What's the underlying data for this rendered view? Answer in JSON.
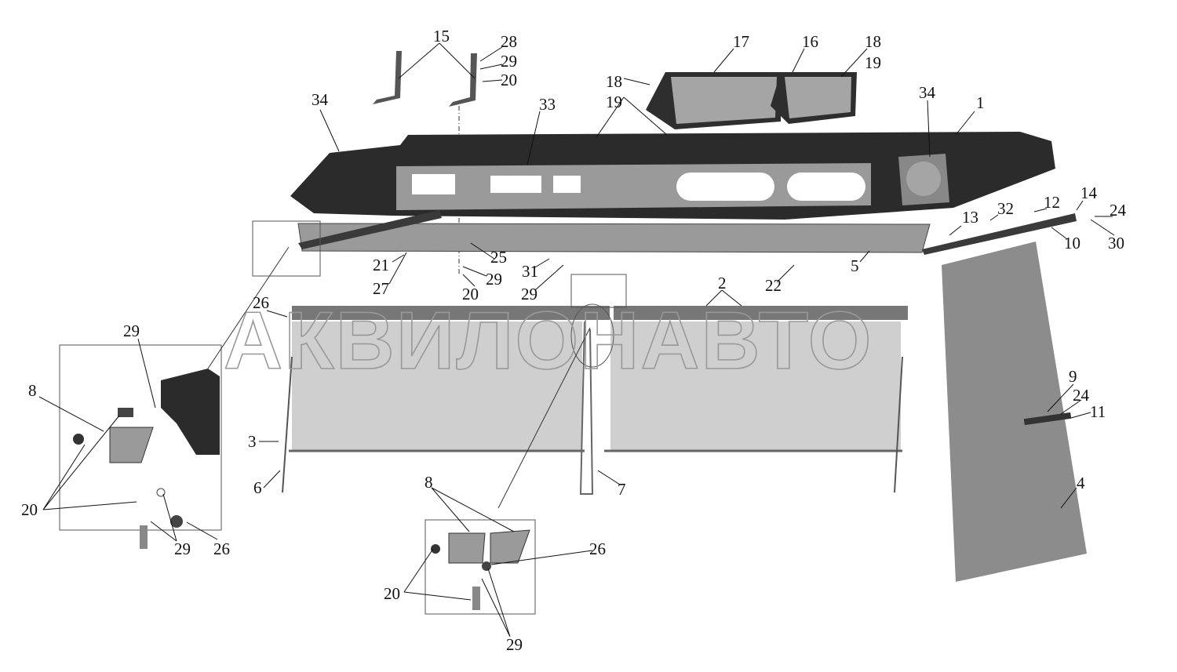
{
  "watermark": "АКВИЛОНАВТО",
  "callouts": [
    "15",
    "28",
    "29",
    "20",
    "17",
    "16",
    "18",
    "19",
    "18",
    "19",
    "34",
    "33",
    "34",
    "1",
    "14",
    "12",
    "32",
    "24",
    "13",
    "10",
    "30",
    "21",
    "25",
    "31",
    "29",
    "29",
    "20",
    "27",
    "22",
    "5",
    "2",
    "26",
    "29",
    "8",
    "9",
    "24",
    "11",
    "3",
    "6",
    "7",
    "4",
    "8",
    "20",
    "29",
    "26",
    "26",
    "20",
    "29"
  ],
  "colors": {
    "body": "#2b2b2b",
    "panel": "#9a9a9a",
    "curtain": "#cfcfcf",
    "door_panel": "#8c8c8c",
    "watermark": "#999999"
  }
}
